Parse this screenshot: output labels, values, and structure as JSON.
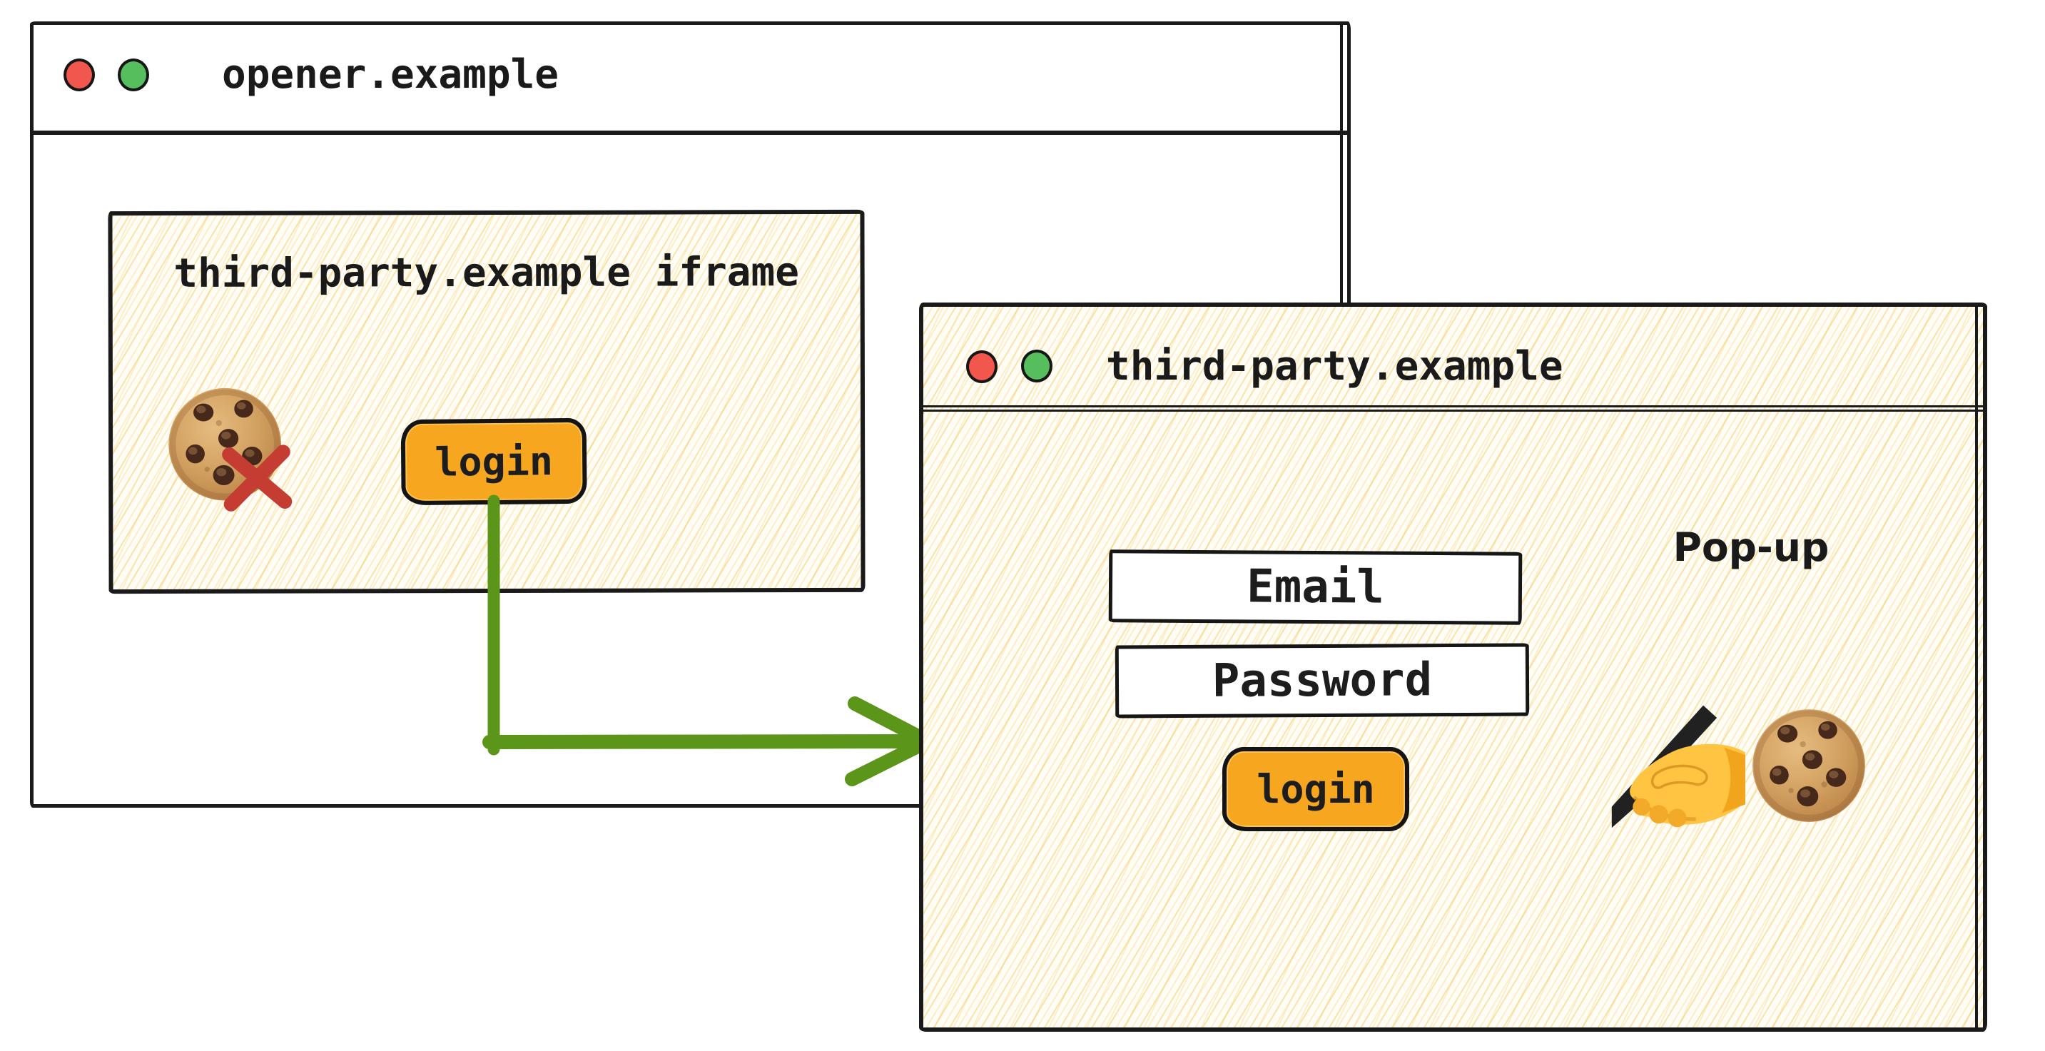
{
  "opener_window": {
    "title": "opener.example",
    "iframe": {
      "label": "third-party.example iframe",
      "login_button_label": "login"
    }
  },
  "popup_window": {
    "title": "third-party.example",
    "annotation": "Pop-up",
    "fields": {
      "email": "Email",
      "password": "Password"
    },
    "login_button_label": "login"
  },
  "icons": {
    "window_controls": [
      "traffic-light-red-icon",
      "traffic-light-green-icon"
    ],
    "iframe": [
      "cookie-icon",
      "blocked-x-icon"
    ],
    "popup": [
      "writing-hand-icon",
      "cookie-icon"
    ],
    "flow": "green-elbow-arrow"
  },
  "colors": {
    "button_orange": "#F6A71F",
    "arrow_green": "#5B961B",
    "blocked_red": "#C43C32",
    "traffic_red": "#F2574E",
    "traffic_green": "#57BE5D",
    "sketch_ink": "#1A1A1A",
    "hatch_yellow": "#F5CD69",
    "canvas": "#FFFFFF"
  }
}
